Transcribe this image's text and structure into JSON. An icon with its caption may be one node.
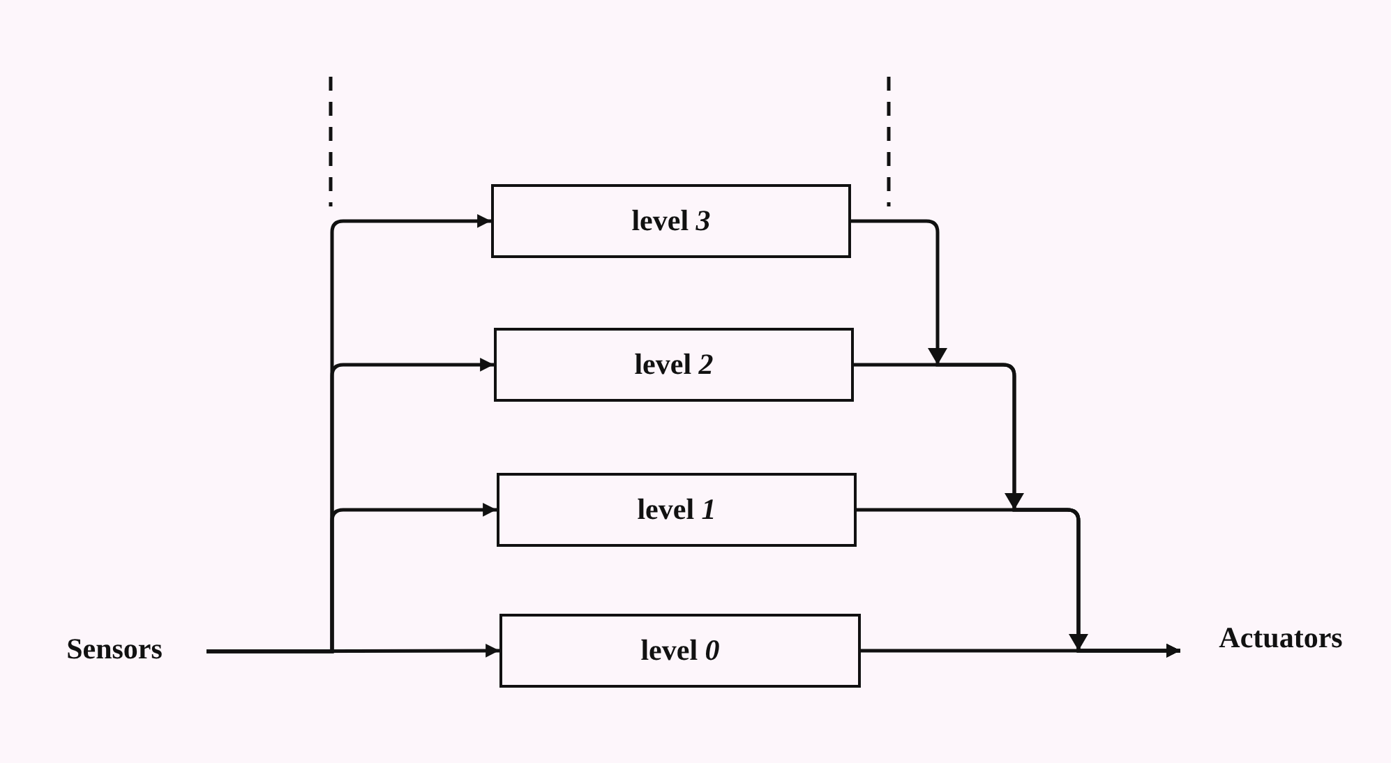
{
  "diagram": {
    "nodes": [
      {
        "text": [
          "Sensors"
        ]
      },
      {
        "text": [
          "level *3*"
        ]
      },
      {
        "text": [
          "level *2*"
        ]
      },
      {
        "text": [
          "level *1*"
        ]
      },
      {
        "text": [
          "level *0*"
        ]
      },
      {
        "text": [
          "Actuators"
        ]
      }
    ],
    "edges": [
      {
        "from": 0,
        "to": 1,
        "arrow": "to"
      },
      {
        "from": 0,
        "to": 2,
        "arrow": "to"
      },
      {
        "from": 0,
        "to": 3,
        "arrow": "to"
      },
      {
        "from": 0,
        "to": 4,
        "arrow": "to"
      },
      {
        "from": 1,
        "to": 5,
        "arrow": "to"
      },
      {
        "from": 2,
        "to": 5,
        "arrow": "to"
      },
      {
        "from": 3,
        "to": 5,
        "arrow": "to"
      },
      {
        "from": 4,
        "to": 5,
        "arrow": "to"
      }
    ]
  }
}
